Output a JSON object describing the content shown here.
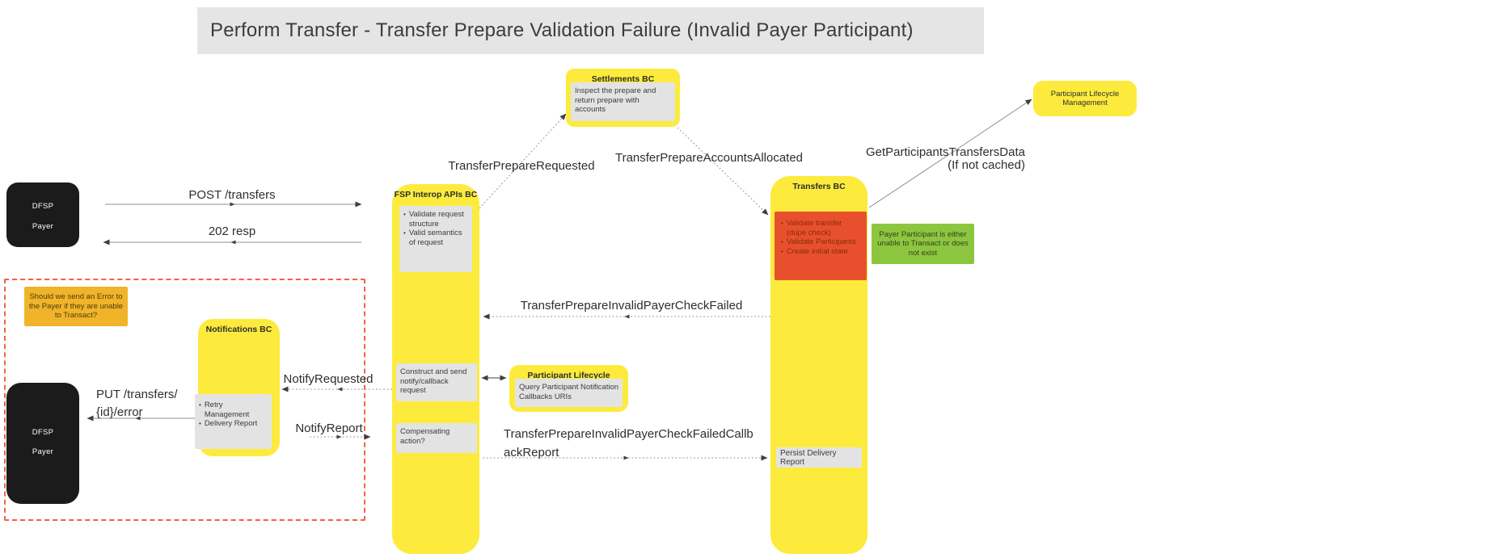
{
  "title": "Perform Transfer - Transfer Prepare Validation Failure (Invalid Payer Participant)",
  "colors": {
    "node_yellow": "#fceb3c",
    "box_gray": "#e3e3e3",
    "alert_red": "#e8502d",
    "note_green": "#8cc63f",
    "note_orange": "#f0b42a",
    "actor_black": "#1b1b1b",
    "dashed_border": "#f26244",
    "title_bg": "#e5e5e5"
  },
  "nodes": {
    "settlements": {
      "header": "Settlements BC",
      "body": "Inspect the prepare and return prepare with accounts"
    },
    "participant_lifecycle_management": {
      "label": "Participant Lifecycle Management"
    },
    "fsp_lane": {
      "header": "FSP Interop APIs BC",
      "validate_bullets": [
        "Validate request structure",
        "Valid semantics of request"
      ],
      "construct": "Construct and send notify/callback request",
      "compensating": "Compensating action?"
    },
    "transfers_lane": {
      "header": "Transfers BC",
      "red_bullets": [
        "Validate transfer (dupe check)",
        "Validate Participants",
        "Create initial state"
      ],
      "persist": "Persist Delivery Report"
    },
    "green_note": "Payer Participant is either unable to Transact or does not exist",
    "orange_note": "Should we send an Error to the Payer if they are unable to Transact?",
    "dfsp_payer_top": {
      "line1": "DFSP",
      "line2": "Payer"
    },
    "dfsp_payer_bottom": {
      "line1": "DFSP",
      "line2": "Payer"
    },
    "notifications": {
      "header": "Notifications BC",
      "bullets": [
        "Retry Management",
        "Delivery Report"
      ]
    },
    "participant_lifecycle": {
      "header": "Participant Lifecycle",
      "body": "Query Participant Notification Callbacks URIs"
    }
  },
  "messages": {
    "post_transfers": "POST /transfers",
    "resp_202": "202 resp",
    "transfer_prepare_requested": "TransferPrepareRequested",
    "transfer_prepare_accounts_allocated": "TransferPrepareAccountsAllocated",
    "get_participants_line1": "GetParticipantsTransfersData",
    "get_participants_line2": "(If not cached)",
    "invalid_payer_check_failed": "TransferPrepareInvalidPayerCheckFailed",
    "notify_requested": "NotifyRequested",
    "notify_report": "NotifyReport",
    "put_transfers_line1": "PUT /transfers/",
    "put_transfers_line2": "{id}/error",
    "callback_report_line1": "TransferPrepareInvalidPayerCheckFailedCallb",
    "callback_report_line2": "ackReport"
  }
}
